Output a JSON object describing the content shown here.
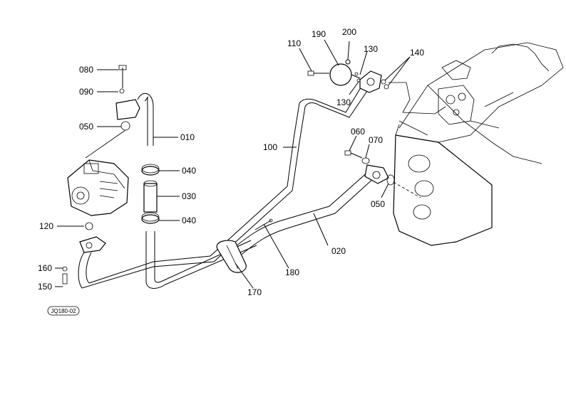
{
  "figure_code": "JQ180-02",
  "callouts": [
    {
      "id": "080",
      "text": "080"
    },
    {
      "id": "090",
      "text": "090"
    },
    {
      "id": "050a",
      "text": "050"
    },
    {
      "id": "010",
      "text": "010"
    },
    {
      "id": "040a",
      "text": "040"
    },
    {
      "id": "030",
      "text": "030"
    },
    {
      "id": "040b",
      "text": "040"
    },
    {
      "id": "120",
      "text": "120"
    },
    {
      "id": "160",
      "text": "160"
    },
    {
      "id": "150",
      "text": "150"
    },
    {
      "id": "100",
      "text": "100"
    },
    {
      "id": "110",
      "text": "110"
    },
    {
      "id": "190",
      "text": "190"
    },
    {
      "id": "200",
      "text": "200"
    },
    {
      "id": "130a",
      "text": "130"
    },
    {
      "id": "130b",
      "text": "130"
    },
    {
      "id": "140",
      "text": "140"
    },
    {
      "id": "060",
      "text": "060"
    },
    {
      "id": "070",
      "text": "070"
    },
    {
      "id": "050b",
      "text": "050"
    },
    {
      "id": "020",
      "text": "020"
    },
    {
      "id": "180",
      "text": "180"
    },
    {
      "id": "170",
      "text": "170"
    }
  ]
}
